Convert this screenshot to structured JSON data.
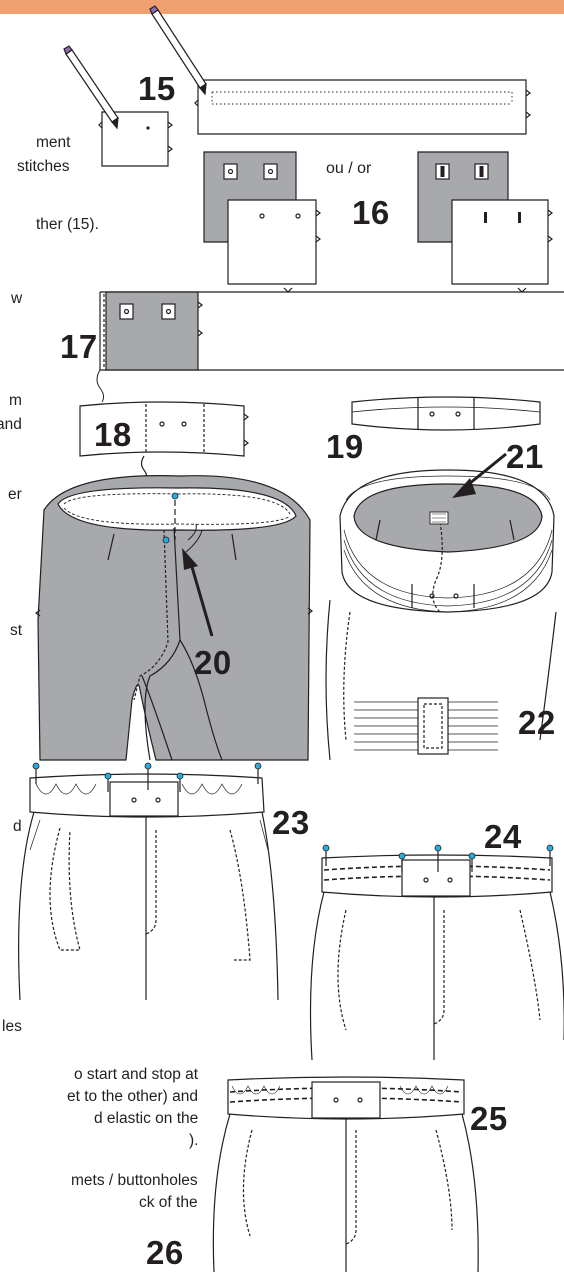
{
  "colors": {
    "header_bar": "#f0a070",
    "fabric_gray": "#a7a9ac",
    "ink": "#231f20",
    "pin_head": "#29abe2"
  },
  "connector": "ou / or",
  "steps": [
    "15",
    "16",
    "17",
    "18",
    "19",
    "20",
    "21",
    "22",
    "23",
    "24",
    "25",
    "26"
  ],
  "text_fragments": [
    "ment",
    "stitches",
    "ther (15).",
    "w",
    "m",
    "and",
    "er",
    "st",
    "d",
    "les",
    "o start and stop at",
    "et to the other) and",
    "d elastic on the",
    ").",
    "mets / buttonholes",
    "ck of the"
  ]
}
